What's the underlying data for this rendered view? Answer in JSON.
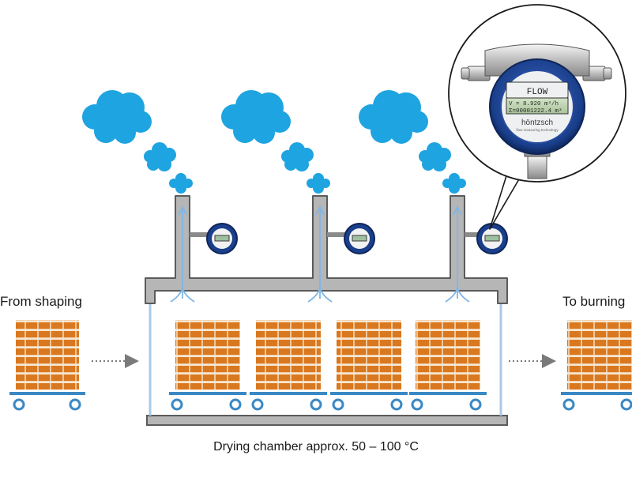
{
  "labels": {
    "input": "From shaping",
    "output": "To burning",
    "chamber": "Drying chamber approx. 50 – 100 °C"
  },
  "device": {
    "display_title": "FLOW",
    "display_line1": "V = 8.920 m³/h",
    "display_line2": "Σ=00001222.4 m³",
    "brand": "höntzsch",
    "brand_sub": "flow measuring technology"
  },
  "colors": {
    "brick": "#d9781f",
    "mortar": "#f6e7d2",
    "cart": "#3a88c4",
    "steam": "#1ea4e0",
    "chamber_fill": "#b6b6b6",
    "chamber_stroke": "#5b5b5b",
    "flow_arrow": "#7fb6e6",
    "meter_blue": "#1a3f8c"
  },
  "icons": [
    "cloud-icon",
    "brick-pallet-icon",
    "flow-meter-icon",
    "arrow-right-icon"
  ]
}
